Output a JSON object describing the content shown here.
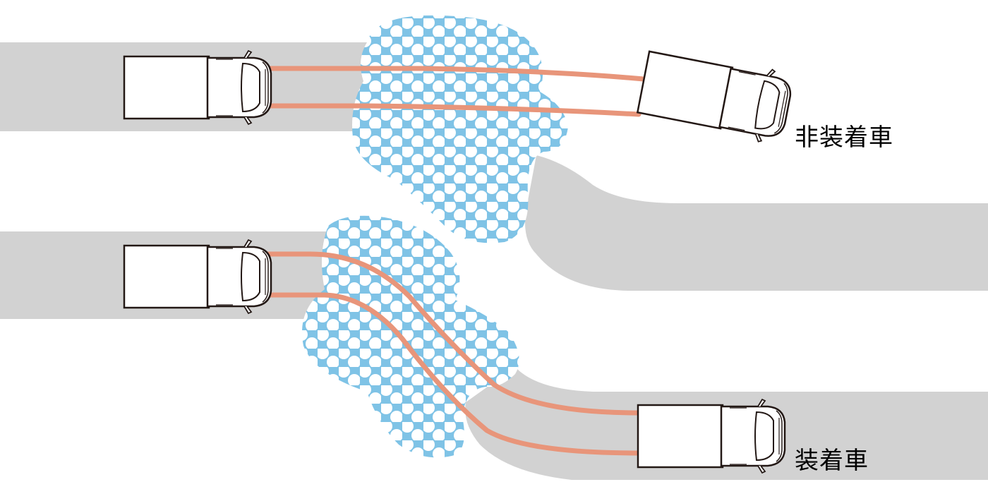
{
  "labels": {
    "without_device": "非装着車",
    "with_device": "装着車"
  },
  "colors": {
    "road": "#d2d2d2",
    "slippery_patch": "#7fc3e6",
    "patch_dots": "#ffffff",
    "tire_track": "#e8957a",
    "vehicle_body": "#ffffff",
    "vehicle_outline": "#231815",
    "label_text": "#000000"
  },
  "icons": {
    "vehicle": "truck-top-view-icon",
    "slippery_surface": "slippery-surface-pattern"
  }
}
